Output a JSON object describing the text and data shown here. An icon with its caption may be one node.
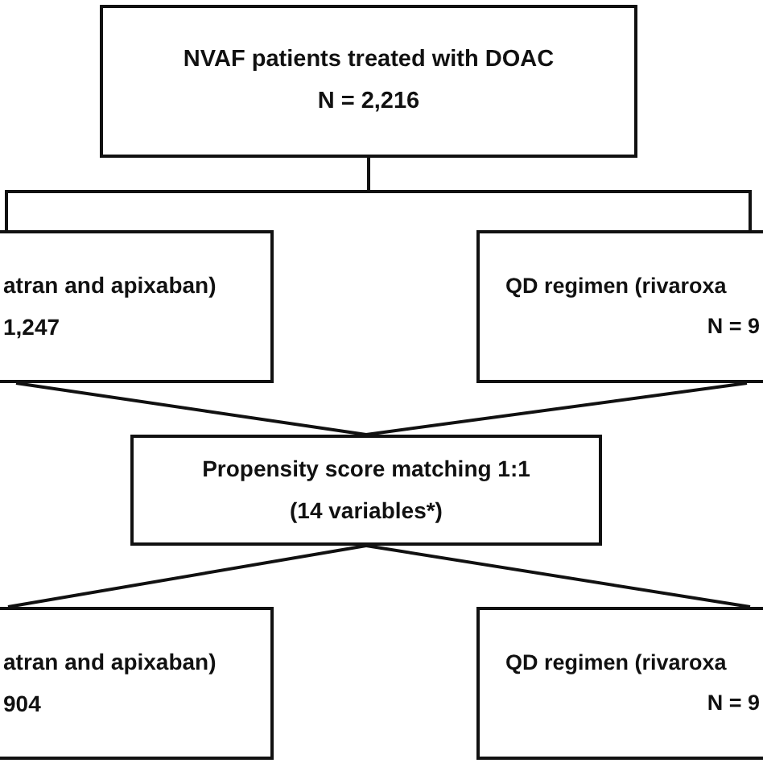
{
  "diagram": {
    "nodes": [
      {
        "text": [
          "NVAF patients treated with DOAC",
          "N = 2,216"
        ]
      },
      {
        "text": [
          "atran and apixaban)",
          "1,247"
        ]
      },
      {
        "text": [
          "QD regimen (rivaroxa",
          "N = 9"
        ]
      },
      {
        "text": [
          "Propensity score matching 1:1",
          "(14 variables*)"
        ]
      },
      {
        "text": [
          "atran and apixaban)",
          "904"
        ]
      },
      {
        "text": [
          "QD regimen (rivaroxa",
          "N = 9"
        ]
      }
    ],
    "edges": [
      {
        "from": 0,
        "to": 1,
        "arrow": "none"
      },
      {
        "from": 0,
        "to": 2,
        "arrow": "none"
      },
      {
        "from": 1,
        "to": 3,
        "arrow": "none"
      },
      {
        "from": 2,
        "to": 3,
        "arrow": "none"
      },
      {
        "from": 3,
        "to": 4,
        "arrow": "none"
      },
      {
        "from": 3,
        "to": 5,
        "arrow": "none"
      }
    ]
  }
}
